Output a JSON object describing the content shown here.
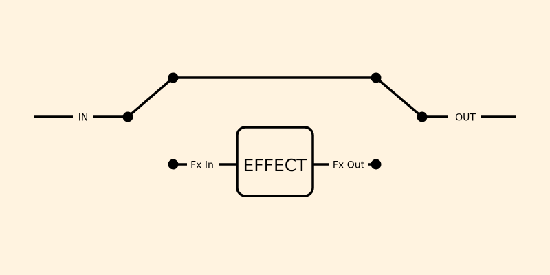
{
  "colors": {
    "background": "#FFF3E0",
    "stroke": "#000000"
  },
  "labels": {
    "input": "IN",
    "output": "OUT",
    "fx_in": "Fx In",
    "fx_out": "Fx Out",
    "effect": "EFFECT"
  }
}
